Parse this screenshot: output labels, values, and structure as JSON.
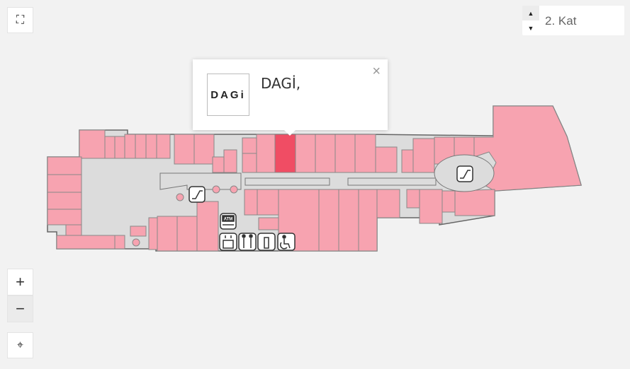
{
  "controls": {
    "fullscreen_icon": "expand-icon",
    "zoom_in": "+",
    "zoom_out": "−",
    "locate_icon": "crosshair-icon"
  },
  "floor_selector": {
    "label": "2. Kat",
    "up_icon": "▲",
    "down_icon": "▼"
  },
  "popup": {
    "logo_text": "DAGi",
    "store_name": "DAGİ,",
    "close": "×"
  },
  "colors": {
    "store": "#f7a3b0",
    "selected": "#f04d64",
    "corridor": "#dcdcdc",
    "outline": "#666666"
  },
  "amenities": [
    "escalator",
    "escalator",
    "atm",
    "elevator",
    "restroom",
    "baby-care",
    "accessible-wc"
  ],
  "amenity_labels": {
    "atm": "ATM",
    "wc": "WC"
  }
}
